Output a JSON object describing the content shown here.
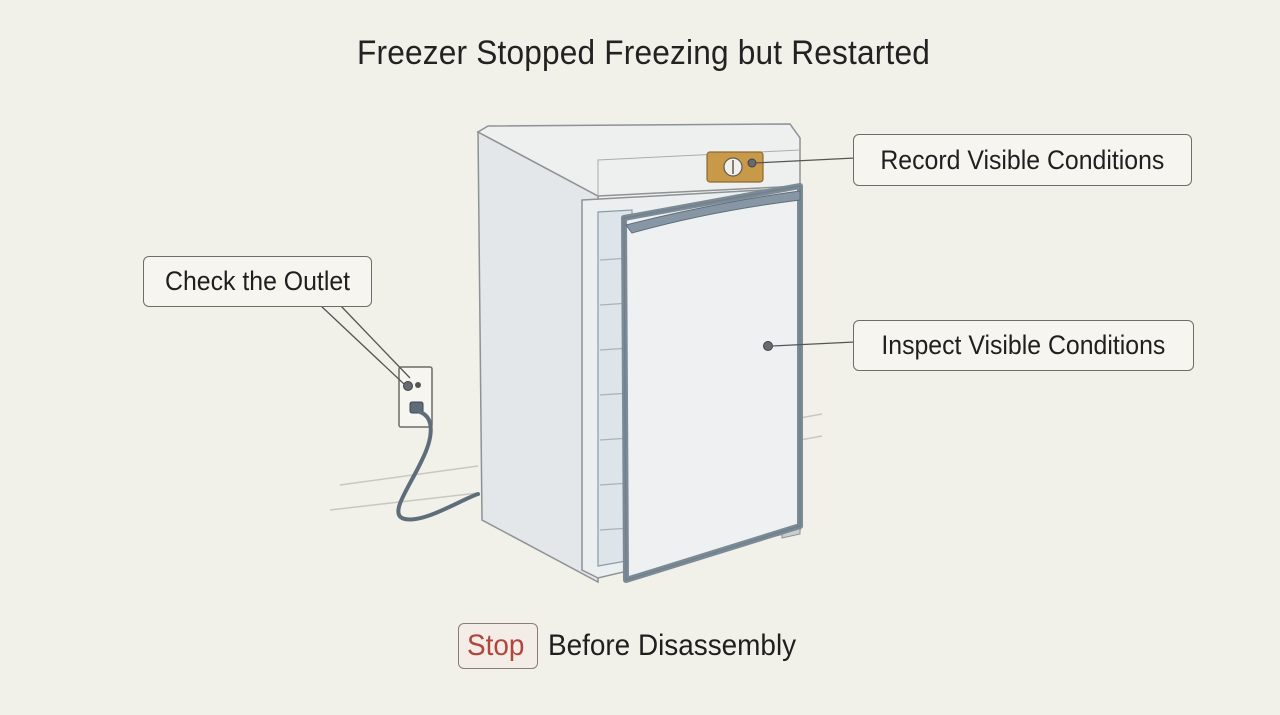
{
  "title": "Freezer Stopped Freezing but Restarted",
  "callouts": {
    "record": "Record Visible Conditions",
    "outlet": "Check the Outlet",
    "inspect": "Inspect Visible Conditions"
  },
  "footer": {
    "stop": "Stop",
    "rest": "Before Disassembly"
  },
  "colors": {
    "background": "#f1f0e9",
    "freezer_body": "#e4e8ea",
    "door_trim": "#8090a0",
    "control_panel": "#c9994a",
    "stop_text": "#b0473c"
  },
  "icons": [
    "freezer-illustration",
    "wall-outlet-icon",
    "power-plug-icon",
    "thermostat-dial-icon"
  ]
}
